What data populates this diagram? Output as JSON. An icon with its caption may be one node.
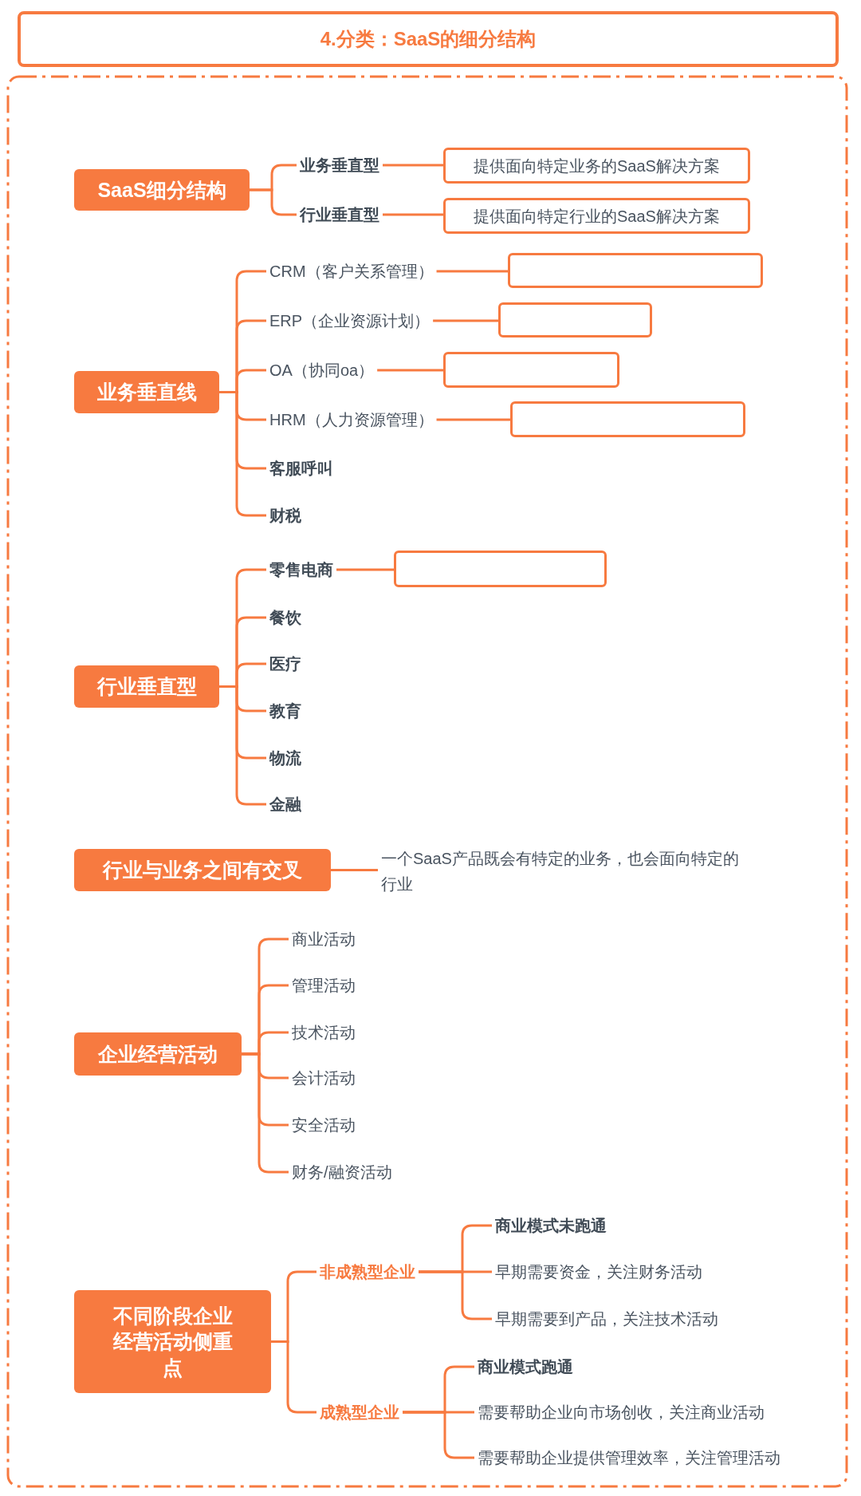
{
  "diagram": {
    "title": "4.分类：SaaS的细分结构",
    "nodes": [
      {
        "text": [
          "SaaS细分结构"
        ]
      },
      {
        "text": [
          "业务垂直型"
        ]
      },
      {
        "text": [
          "行业垂直型"
        ]
      },
      {
        "text": [
          "提供面向特定业务的SaaS解决方案"
        ]
      },
      {
        "text": [
          "提供面向特定行业的SaaS解决方案"
        ]
      },
      {
        "text": [
          "业务垂直线"
        ]
      },
      {
        "text": [
          "CRM（客户关系管理）"
        ]
      },
      {
        "text": [
          "ERP（企业资源计划）"
        ]
      },
      {
        "text": [
          "OA（协同oa）"
        ]
      },
      {
        "text": [
          "HRM（人力资源管理）"
        ]
      },
      {
        "text": [
          "客服呼叫"
        ]
      },
      {
        "text": [
          "财税"
        ]
      },
      {
        "text": [],
        "shape": "box"
      },
      {
        "text": [],
        "shape": "box"
      },
      {
        "text": [],
        "shape": "box"
      },
      {
        "text": [],
        "shape": "box"
      },
      {
        "text": [
          "行业垂直型"
        ]
      },
      {
        "text": [
          "零售电商"
        ]
      },
      {
        "text": [
          "餐饮"
        ]
      },
      {
        "text": [
          "医疗"
        ]
      },
      {
        "text": [
          "教育"
        ]
      },
      {
        "text": [
          "物流"
        ]
      },
      {
        "text": [
          "金融"
        ]
      },
      {
        "text": [],
        "shape": "box"
      },
      {
        "text": [
          "行业与业务之间有交叉"
        ]
      },
      {
        "text": [
          "一个SaaS产品既会有特定的业务，也会面向特定的行业"
        ]
      },
      {
        "text": [
          "企业经营活动"
        ]
      },
      {
        "text": [
          "商业活动"
        ]
      },
      {
        "text": [
          "管理活动"
        ]
      },
      {
        "text": [
          "技术活动"
        ]
      },
      {
        "text": [
          "会计活动"
        ]
      },
      {
        "text": [
          "安全活动"
        ]
      },
      {
        "text": [
          "财务/融资活动"
        ]
      },
      {
        "text": [
          "不同阶段企业经营活动侧重点"
        ]
      },
      {
        "text": [
          "非成熟型企业"
        ]
      },
      {
        "text": [
          "成熟型企业"
        ]
      },
      {
        "text": [
          "商业模式未跑通"
        ]
      },
      {
        "text": [
          "早期需要资金，关注财务活动"
        ]
      },
      {
        "text": [
          "早期需要到产品，关注技术活动"
        ]
      },
      {
        "text": [
          "商业模式跑通"
        ]
      },
      {
        "text": [
          "需要帮助企业向市场创收，关注商业活动"
        ]
      },
      {
        "text": [
          "需要帮助企业提供管理效率，关注管理活动"
        ]
      }
    ],
    "edges": [
      {
        "from": 0,
        "to": 1,
        "arrow": "none"
      },
      {
        "from": 0,
        "to": 2,
        "arrow": "none"
      },
      {
        "from": 1,
        "to": 3,
        "arrow": "none"
      },
      {
        "from": 2,
        "to": 4,
        "arrow": "none"
      },
      {
        "from": 5,
        "to": 6,
        "arrow": "none"
      },
      {
        "from": 5,
        "to": 7,
        "arrow": "none"
      },
      {
        "from": 5,
        "to": 8,
        "arrow": "none"
      },
      {
        "from": 5,
        "to": 9,
        "arrow": "none"
      },
      {
        "from": 5,
        "to": 10,
        "arrow": "none"
      },
      {
        "from": 5,
        "to": 11,
        "arrow": "none"
      },
      {
        "from": 6,
        "to": 12,
        "arrow": "none"
      },
      {
        "from": 7,
        "to": 13,
        "arrow": "none"
      },
      {
        "from": 8,
        "to": 14,
        "arrow": "none"
      },
      {
        "from": 9,
        "to": 15,
        "arrow": "none"
      },
      {
        "from": 16,
        "to": 17,
        "arrow": "none"
      },
      {
        "from": 16,
        "to": 18,
        "arrow": "none"
      },
      {
        "from": 16,
        "to": 19,
        "arrow": "none"
      },
      {
        "from": 16,
        "to": 20,
        "arrow": "none"
      },
      {
        "from": 16,
        "to": 21,
        "arrow": "none"
      },
      {
        "from": 16,
        "to": 22,
        "arrow": "none"
      },
      {
        "from": 17,
        "to": 23,
        "arrow": "none"
      },
      {
        "from": 24,
        "to": 25,
        "arrow": "none"
      },
      {
        "from": 26,
        "to": 27,
        "arrow": "none"
      },
      {
        "from": 26,
        "to": 28,
        "arrow": "none"
      },
      {
        "from": 26,
        "to": 29,
        "arrow": "none"
      },
      {
        "from": 26,
        "to": 30,
        "arrow": "none"
      },
      {
        "from": 26,
        "to": 31,
        "arrow": "none"
      },
      {
        "from": 26,
        "to": 32,
        "arrow": "none"
      },
      {
        "from": 33,
        "to": 34,
        "arrow": "none"
      },
      {
        "from": 33,
        "to": 35,
        "arrow": "none"
      },
      {
        "from": 34,
        "to": 36,
        "arrow": "none"
      },
      {
        "from": 34,
        "to": 37,
        "arrow": "none"
      },
      {
        "from": 34,
        "to": 38,
        "arrow": "none"
      },
      {
        "from": 35,
        "to": 39,
        "arrow": "none"
      },
      {
        "from": 35,
        "to": 40,
        "arrow": "none"
      },
      {
        "from": 35,
        "to": 41,
        "arrow": "none"
      }
    ]
  }
}
